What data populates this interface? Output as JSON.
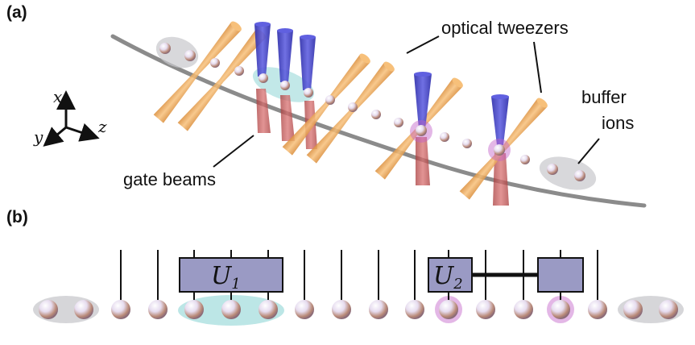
{
  "panel_a": {
    "label": "(a)",
    "annotations": {
      "tweezers": "optical tweezers",
      "buffer_line1": "buffer",
      "buffer_line2": "ions",
      "gate_beams": "gate beams"
    },
    "axes": {
      "x": "x",
      "y": "y",
      "z": "z"
    }
  },
  "panel_b": {
    "label": "(b)",
    "gate1": {
      "symbol": "U",
      "subscript": "1"
    },
    "gate2": {
      "symbol": "U",
      "subscript": "2"
    }
  },
  "colors": {
    "tweezer": "#f2a34a",
    "gate_beam_blue": "#3a3ad0",
    "gate_beam_red": "#c84a4a",
    "highlight_cyan": "#8fd6d6",
    "highlight_magenta": "#c060c8",
    "buffer_ellipse": "#c8c8cc",
    "gate_box": "#9a9ac4",
    "trap_line": "#777777"
  }
}
